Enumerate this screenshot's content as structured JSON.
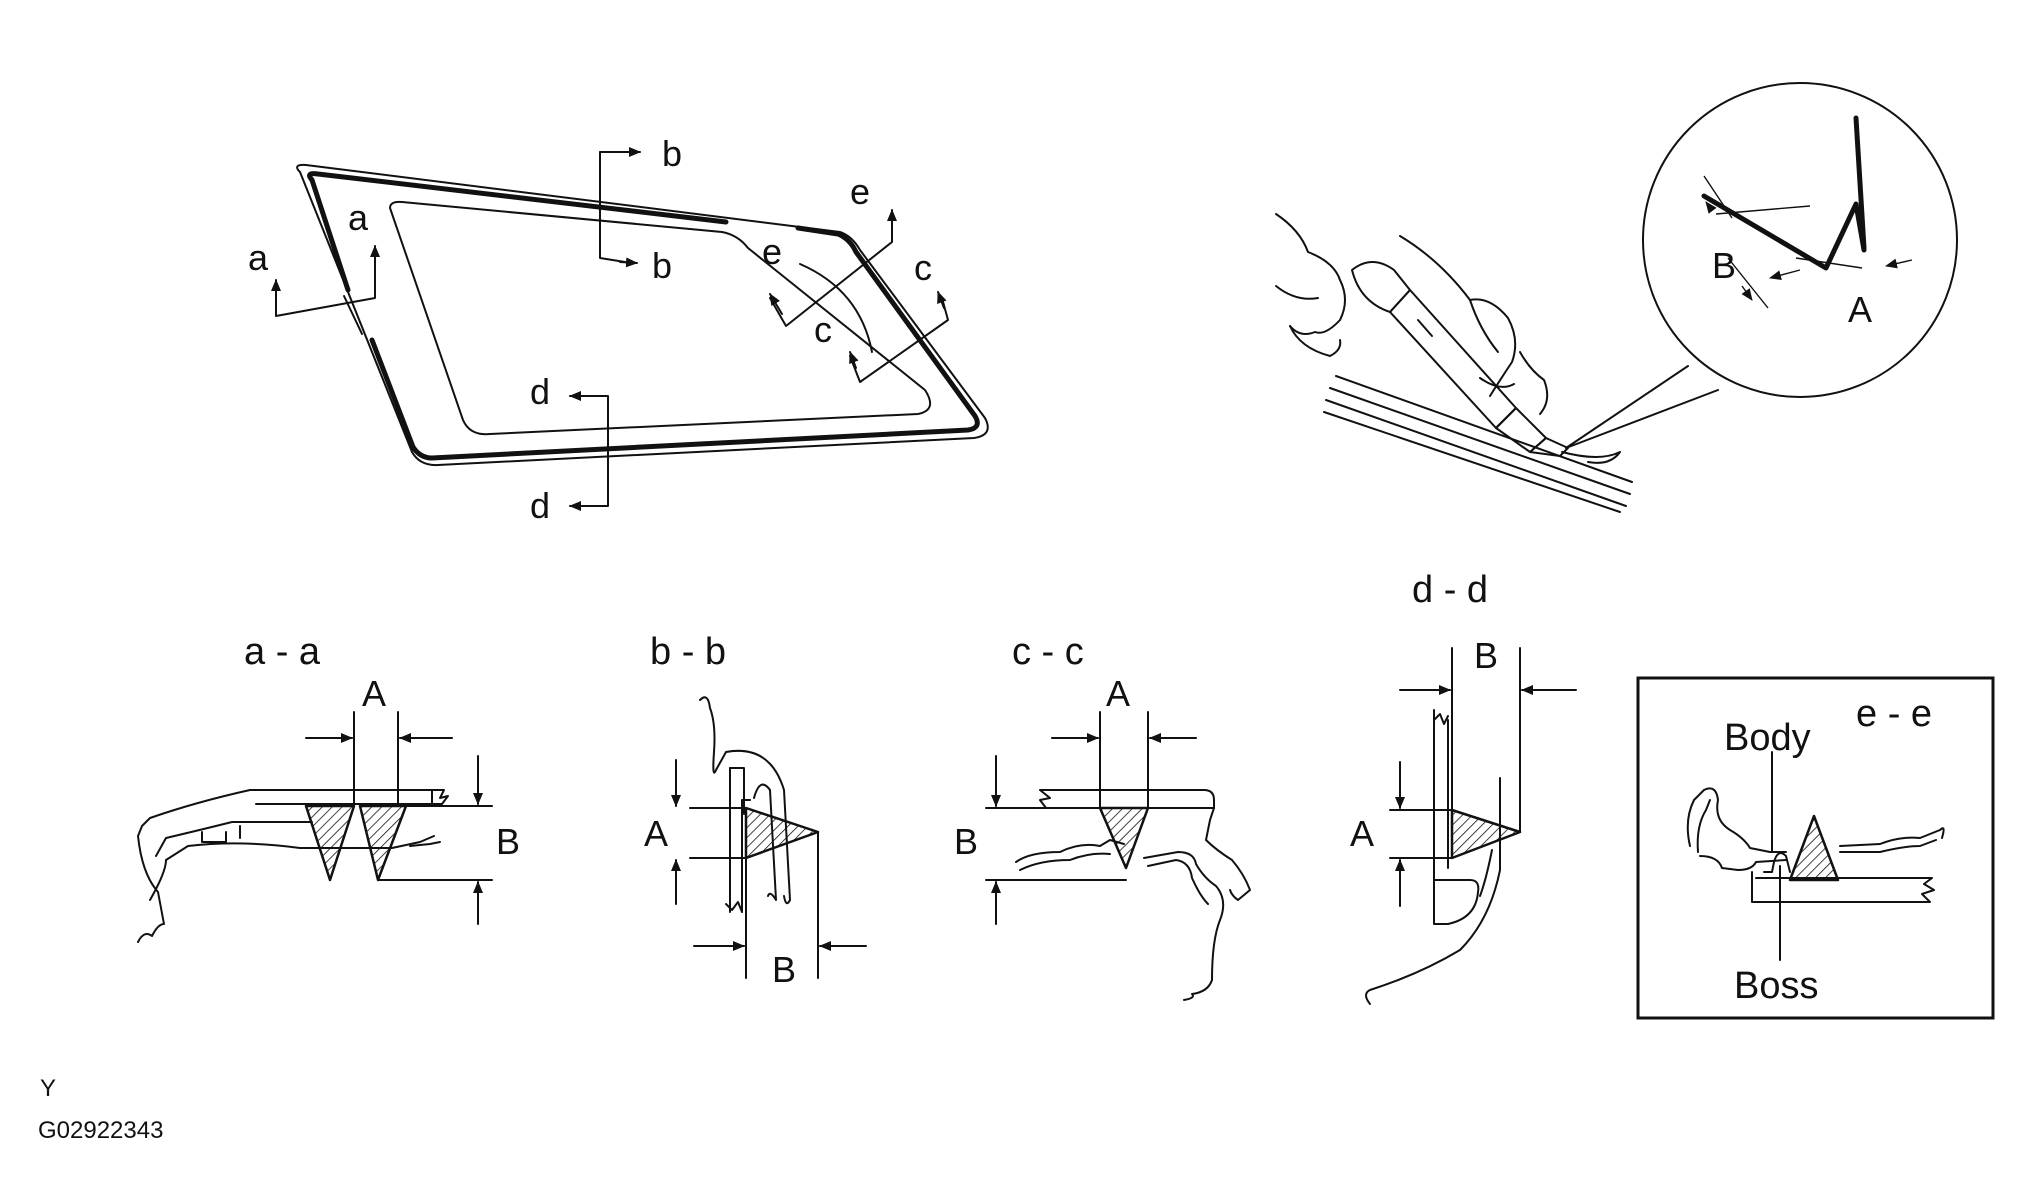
{
  "labels": {
    "a": "a",
    "b": "b",
    "c": "c",
    "d": "d",
    "e": "e",
    "dim_a": "A",
    "dim_b": "B"
  },
  "sections": {
    "aa": "a - a",
    "bb": "b - b",
    "cc": "c - c",
    "dd": "d - d",
    "ee": "e - e"
  },
  "callouts": {
    "body": "Body",
    "boss": "Boss"
  },
  "footer": {
    "letter": "Y",
    "code": "G02922343"
  }
}
